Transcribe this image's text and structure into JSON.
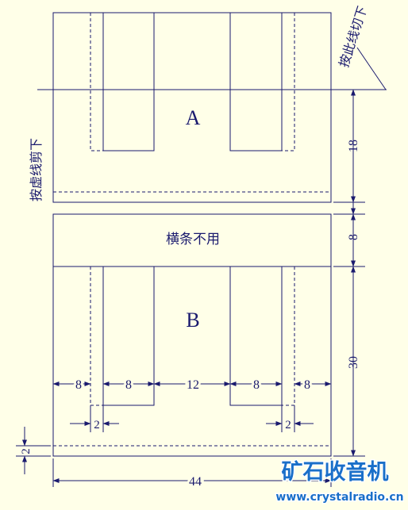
{
  "labels": {
    "part_a": "A",
    "part_b": "B",
    "cut_here": "按此线切下",
    "dashed_cut": "按虚线剪下",
    "strip_unused": "横条不用"
  },
  "dimensions": {
    "a_height": "18",
    "strip_height": "8",
    "b_height": "30",
    "seg_left_outer": "8",
    "seg_left_leg": "8",
    "seg_center": "12",
    "seg_right_leg": "8",
    "seg_right_outer": "8",
    "gap_left": "2",
    "gap_right": "2",
    "bottom_margin": "2",
    "total_width": "44"
  },
  "watermark": {
    "brand": "矿石收音机",
    "site": "www.crystalradio.cn",
    "brand_color": "#1a6fc9"
  },
  "colors": {
    "line": "#1a1a6e",
    "background": "#ffffe8"
  }
}
